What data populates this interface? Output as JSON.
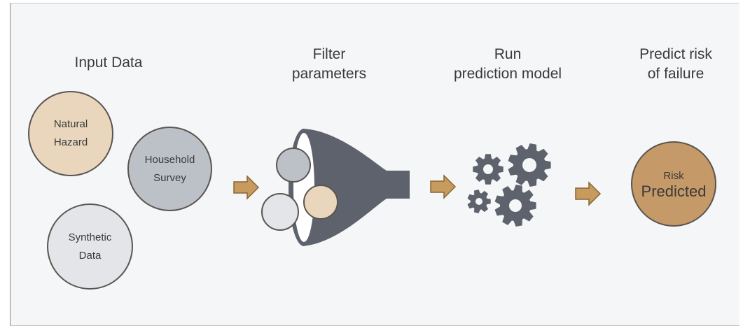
{
  "colors": {
    "background": "#f5f6f8",
    "natural_hazard": "#e9d6bd",
    "household_survey": "#bcc0c7",
    "synthetic_data": "#e3e5e8",
    "funnel": "#5e626c",
    "gear": "#5e626c",
    "arrow": "#c79a5e",
    "risk_circle": "#c59a68"
  },
  "steps": {
    "input": {
      "title": "Input Data"
    },
    "filter": {
      "title": "Filter\nparameters"
    },
    "model": {
      "title": "Run\nprediction model"
    },
    "predict": {
      "title": "Predict risk\nof failure"
    }
  },
  "inputs": {
    "natural_hazard": "Natural\nHazard",
    "household_survey": "Household\nSurvey",
    "synthetic_data": "Synthetic\nData"
  },
  "output": {
    "line1": "Risk",
    "line2": "Predicted"
  },
  "icons": [
    "arrow-right-icon",
    "funnel-icon",
    "gears-icon"
  ]
}
